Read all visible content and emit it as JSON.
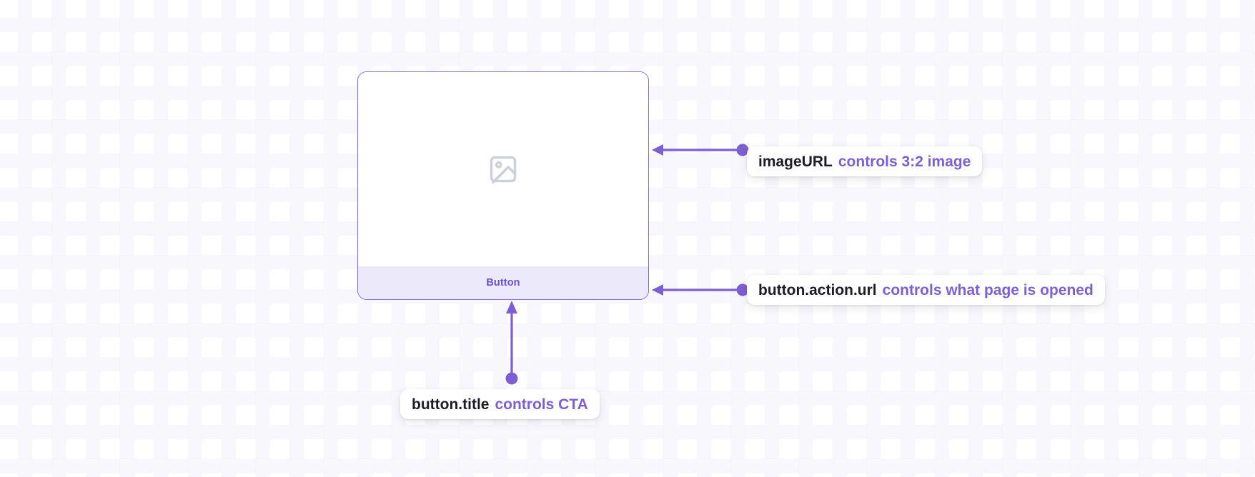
{
  "theme": {
    "accent_purple": "#7c5fd3",
    "accent_purple_dark": "#6d4fce",
    "card_border": "#8a6fd6",
    "button_bar_bg": "#ece9fb",
    "callout_key_color": "#1c1c26",
    "grid_square_color": "#f8f8fc",
    "canvas_bg": "#ffffff"
  },
  "card": {
    "name": "preview-card",
    "image_placeholder_icon": "image-placeholder-icon",
    "button": {
      "label": "Button"
    }
  },
  "annotations": [
    {
      "id": "callout-image",
      "key": "imageURL",
      "phrase": "controls 3:2 image",
      "arrow_direction": "left",
      "target": "card-image-area"
    },
    {
      "id": "callout-action",
      "key": "button.action.url",
      "phrase": "controls what page is opened",
      "arrow_direction": "left",
      "target": "card-button-bar"
    },
    {
      "id": "callout-title",
      "key": "button.title",
      "phrase": "controls CTA",
      "arrow_direction": "up",
      "target": "card-button-label"
    }
  ]
}
